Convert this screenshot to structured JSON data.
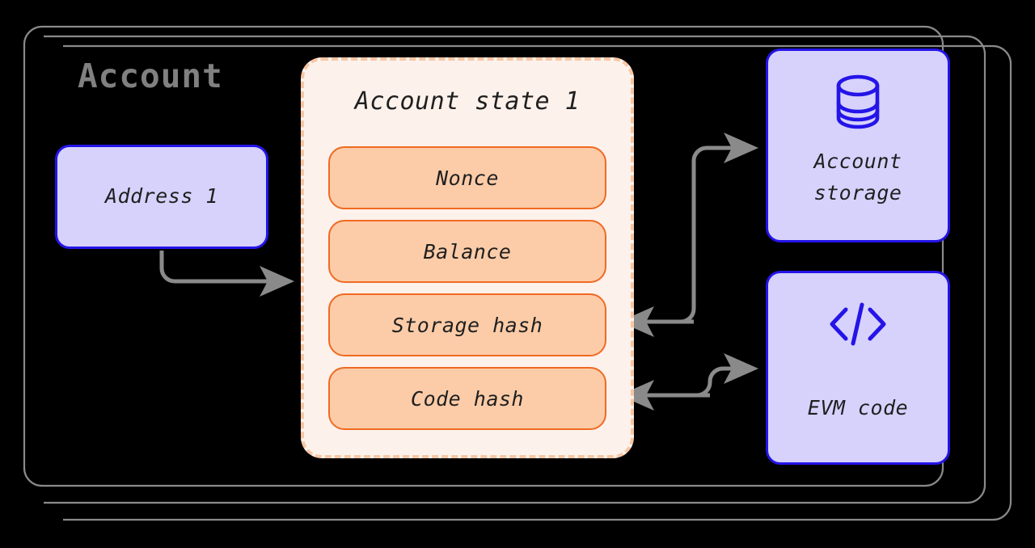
{
  "diagram": {
    "title": "Account",
    "outer_container": {
      "label": "Account",
      "stack_count": 3
    },
    "address_box": {
      "label": "Address 1",
      "icon": ""
    },
    "account_state": {
      "title": "Account state 1",
      "rows": [
        {
          "label": "Nonce"
        },
        {
          "label": "Balance"
        },
        {
          "label": "Storage hash"
        },
        {
          "label": "Code hash"
        }
      ]
    },
    "side_nodes": [
      {
        "label": "Account\nstorage",
        "icon": "database-icon"
      },
      {
        "label": "EVM code",
        "icon": "code-brackets-icon"
      }
    ],
    "arrows": [
      {
        "from": "Address 1",
        "to": "Account state 1",
        "direction": "right"
      },
      {
        "from": "Storage hash",
        "to": "Account storage",
        "direction": "right"
      },
      {
        "from": "Account storage",
        "to": "Storage hash",
        "direction": "left"
      },
      {
        "from": "Code hash",
        "to": "EVM code",
        "direction": "right"
      },
      {
        "from": "EVM code",
        "to": "Code hash",
        "direction": "left"
      }
    ]
  },
  "colors": {
    "background": "#000000",
    "container_border": "#8A8A8A",
    "blue_fill": "#D6D2FC",
    "blue_border": "#2414E8",
    "state_fill": "#FDF1EB",
    "state_border": "#F8C6A4",
    "row_fill": "#FCCCA8",
    "row_border": "#F06A22",
    "arrow": "#8A8A8A",
    "title_text": "#808080"
  }
}
